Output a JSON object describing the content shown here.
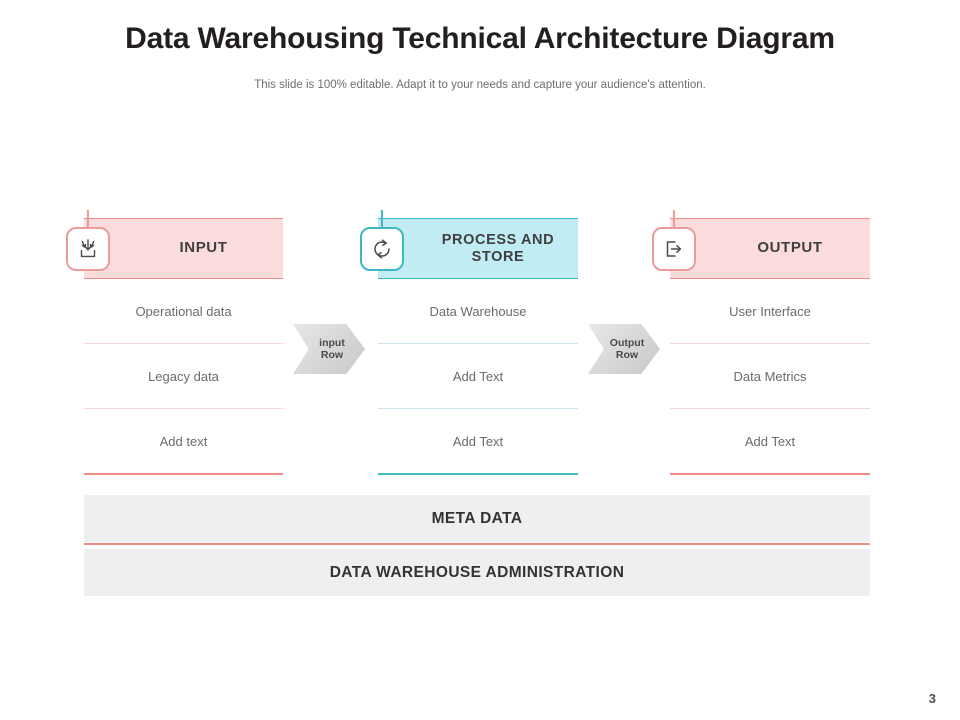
{
  "header": {
    "title": "Data Warehousing Technical Architecture Diagram",
    "subtitle": "This slide is 100% editable. Adapt it to your needs and capture your audience's attention."
  },
  "columns": [
    {
      "id": "input",
      "band_label": "INPUT",
      "icon": "import-tray-icon",
      "accent": "#eb9b9b",
      "band_bg": "#fadcdc",
      "items": [
        "Operational data",
        "Legacy data",
        "Add text"
      ]
    },
    {
      "id": "process-and-store",
      "band_label": "PROCESS AND STORE",
      "icon": "refresh-circle-icon",
      "accent": "#3fb6c6",
      "band_bg": "#c2ecf3",
      "items": [
        "Data Warehouse",
        "Add Text",
        "Add Text"
      ]
    },
    {
      "id": "output",
      "band_label": "OUTPUT",
      "icon": "export-box-icon",
      "accent": "#eb9b9b",
      "band_bg": "#fadcdc",
      "items": [
        "User Interface",
        "Data Metrics",
        "Add Text"
      ]
    }
  ],
  "connectors": [
    {
      "id": "input-row",
      "line1": "input",
      "line2": "Row"
    },
    {
      "id": "output-row",
      "line1": "Output",
      "line2": "Row"
    }
  ],
  "bottom_bars": [
    {
      "id": "meta-data",
      "label": "META DATA"
    },
    {
      "id": "data-warehouse-administration",
      "label": "DATA WAREHOUSE ADMINISTRATION"
    }
  ],
  "footer": {
    "page_number": "3"
  }
}
